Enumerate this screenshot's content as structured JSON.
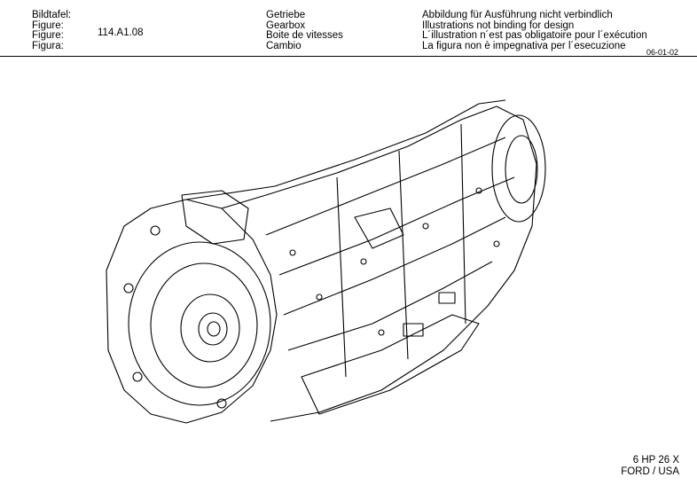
{
  "header": {
    "labels": [
      "Bildtafel:",
      "Figure:",
      "Figure:",
      "Figura:"
    ],
    "figure_number": "114.A1.08",
    "titles": [
      "Getriebe",
      "Gearbox",
      "Boite de vitesses",
      "Cambio"
    ],
    "disclaimers": [
      "Abbildung für Ausführung nicht verbindlich",
      "Illustrations not binding for design",
      "L´illustration n´est pas obligatoire pour l´exécution",
      "La figura non è impegnativa per l´esecuzione"
    ],
    "date": "06-01-02"
  },
  "footer": {
    "model": "6 HP 26 X",
    "market": "FORD / USA"
  }
}
